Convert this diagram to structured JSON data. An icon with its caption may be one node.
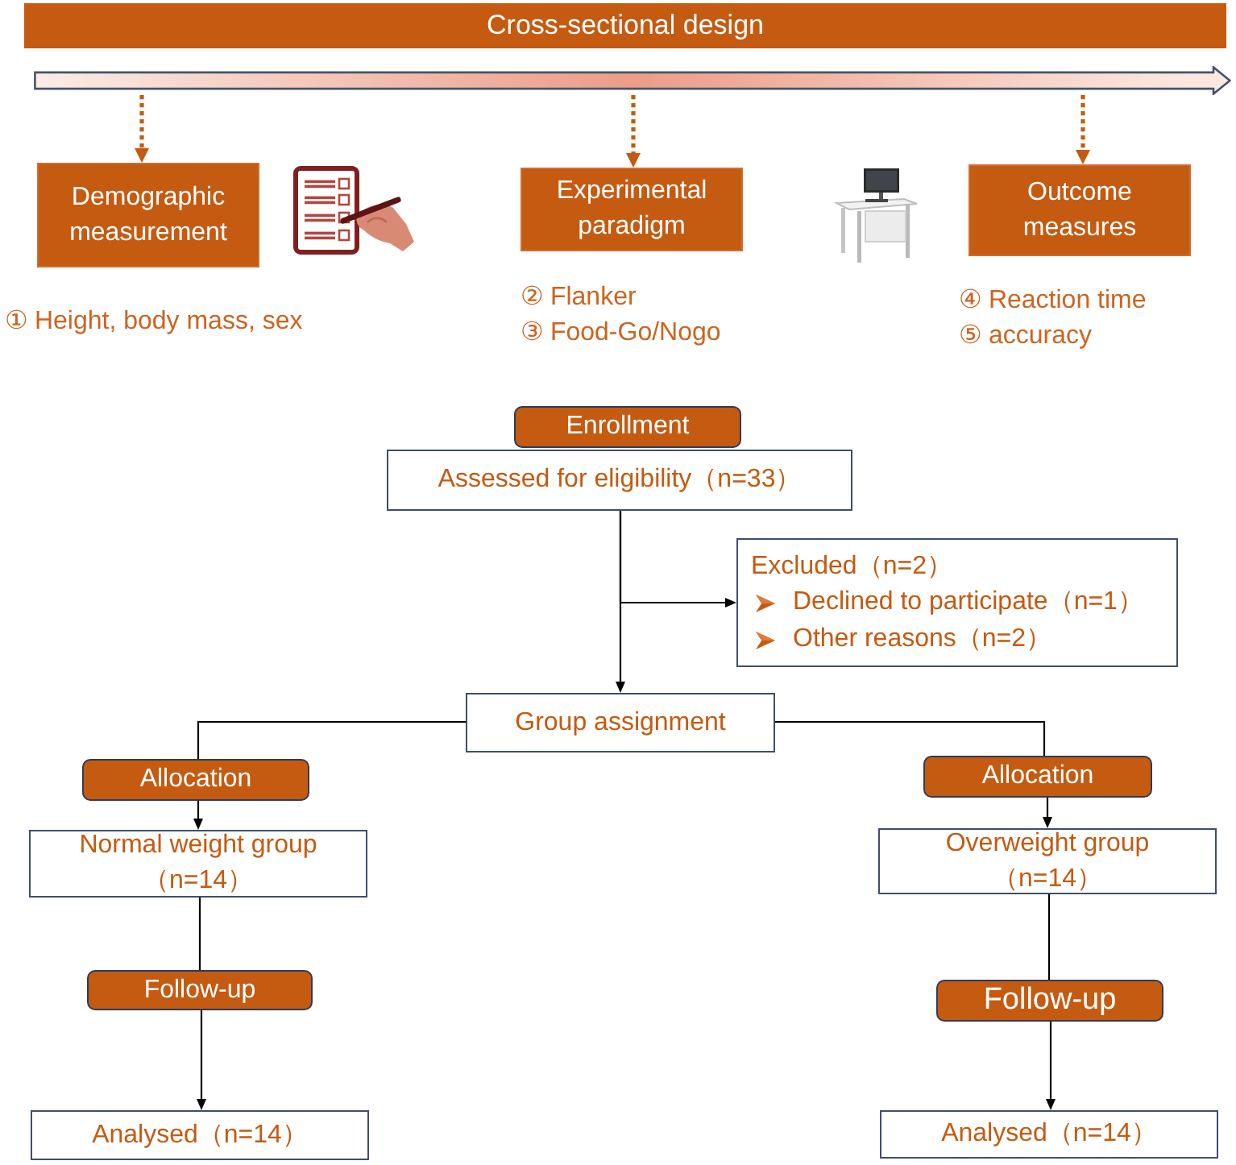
{
  "diagram": {
    "nodes": [
      {
        "text": [
          "Cross-sectional design"
        ]
      },
      {
        "text": [],
        "shape": "arrow"
      },
      {
        "text": [
          "Demographic measurement"
        ],
        "beside": [
          "① Height, body mass, sex"
        ]
      },
      {
        "text": [
          "Experimental paradigm"
        ],
        "beside": [
          "② Flanker",
          "③ Food-Go/Nogo"
        ]
      },
      {
        "text": [
          "Outcome measures"
        ],
        "beside": [
          "④ Reaction time",
          "⑤ accuracy"
        ]
      },
      {
        "text": [
          "Enrollment"
        ]
      },
      {
        "text": [
          "Assessed for eligibility（n=33）"
        ]
      },
      {
        "text": [
          "Excluded（n=2）",
          "Declined to participate（n=1）",
          "Other reasons（n=2）"
        ]
      },
      {
        "text": [
          "Group assignment"
        ]
      },
      {
        "text": [
          "Allocation"
        ]
      },
      {
        "text": [
          "Allocation"
        ]
      },
      {
        "text": [
          "Normal weight group （n=14）"
        ]
      },
      {
        "text": [
          "Overweight group （n=14）"
        ]
      },
      {
        "text": [
          "Follow-up"
        ]
      },
      {
        "text": [
          "Follow-up"
        ]
      },
      {
        "text": [
          "Analysed（n=14）"
        ]
      },
      {
        "text": [
          "Analysed（n=14）"
        ]
      }
    ],
    "edges": [
      {
        "from": 1,
        "to": 2,
        "arrow": "to",
        "style": "dashed",
        "color": "#c55a11"
      },
      {
        "from": 1,
        "to": 3,
        "arrow": "to",
        "style": "dashed",
        "color": "#c55a11"
      },
      {
        "from": 1,
        "to": 4,
        "arrow": "to",
        "style": "dashed",
        "color": "#c55a11"
      },
      {
        "from": 6,
        "to": 8,
        "arrow": "to"
      },
      {
        "from": 6,
        "to": 7,
        "arrow": "to"
      },
      {
        "from": 8,
        "to": 9,
        "arrow": "none"
      },
      {
        "from": 8,
        "to": 10,
        "arrow": "none"
      },
      {
        "from": 9,
        "to": 11,
        "arrow": "to"
      },
      {
        "from": 10,
        "to": 12,
        "arrow": "to"
      },
      {
        "from": 11,
        "to": 13,
        "arrow": "none"
      },
      {
        "from": 12,
        "to": 14,
        "arrow": "none"
      },
      {
        "from": 13,
        "to": 15,
        "arrow": "to"
      },
      {
        "from": 14,
        "to": 16,
        "arrow": "to"
      }
    ]
  }
}
